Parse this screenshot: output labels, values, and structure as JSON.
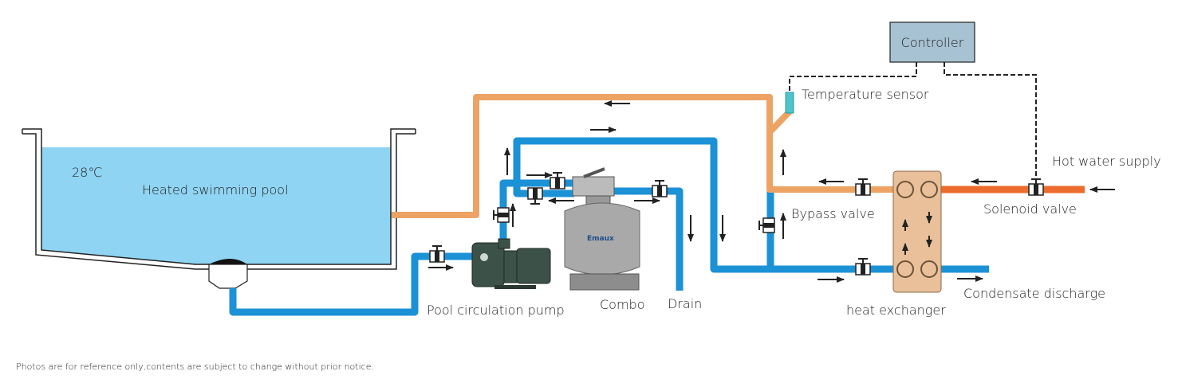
{
  "diagram": {
    "title": "Heated swimming pool system schematic",
    "pool": {
      "temperature": "28℃",
      "label": "Heated swimming pool"
    },
    "labels": {
      "controller": "Controller",
      "temperature_sensor": "Temperature sensor",
      "hot_water_supply": "Hot water supply",
      "solenoid_valve": "Solenoid valve",
      "bypass_valve": "Bypass valve",
      "heat_exchanger": "heat exchanger",
      "condensate_discharge": "Condensate discharge",
      "pump": "Pool circulation pump",
      "combo": "Combo",
      "drain": "Drain",
      "filter_brand": "Emaux"
    },
    "footer": "Photos are for  reference only,contents are subject to change without prior notice.",
    "colors": {
      "pool_water": "#8fd4f2",
      "cold_pipe": "#1b91d6",
      "warm_pipe": "#eca364",
      "hot_pipe": "#ec6c2e",
      "controller_box": "#a7c2d3",
      "sensor": "#4fc3cc",
      "heat_exchanger": "#e9c09a",
      "filter_tank": "#a9a9a9",
      "pump": "#3c5148"
    }
  }
}
